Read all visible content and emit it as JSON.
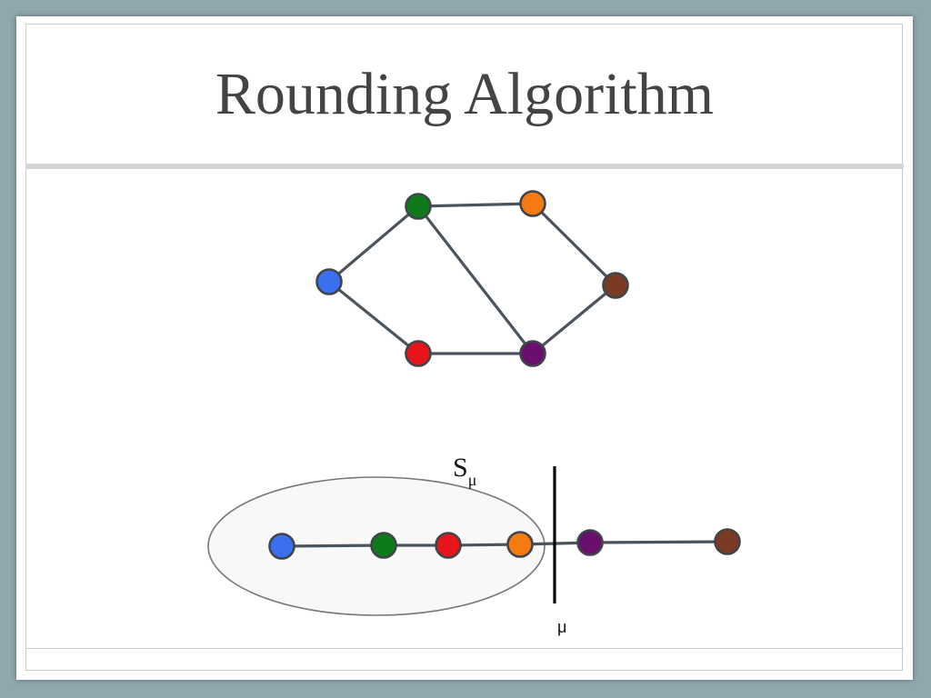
{
  "slide": {
    "title": "Rounding Algorithm"
  },
  "colors": {
    "edge": "#4b545c",
    "node_outline": "#3f454b",
    "ellipse": "#777777",
    "cut_line": "#000000",
    "blue": "#3a6ff0",
    "green": "#0f7a1a",
    "orange": "#f57a12",
    "brown": "#7a3a24",
    "red": "#e8141c",
    "purple": "#6a0f6e"
  },
  "graph": {
    "nodes": [
      {
        "id": "blue",
        "color": "blue"
      },
      {
        "id": "green",
        "color": "green"
      },
      {
        "id": "orange",
        "color": "orange"
      },
      {
        "id": "brown",
        "color": "brown"
      },
      {
        "id": "purple",
        "color": "purple"
      },
      {
        "id": "red",
        "color": "red"
      }
    ],
    "edges": [
      [
        "blue",
        "green"
      ],
      [
        "green",
        "orange"
      ],
      [
        "orange",
        "brown"
      ],
      [
        "brown",
        "purple"
      ],
      [
        "purple",
        "red"
      ],
      [
        "red",
        "blue"
      ],
      [
        "green",
        "purple"
      ]
    ]
  },
  "line_embedding": {
    "order": [
      "blue",
      "green",
      "red",
      "orange",
      "purple",
      "brown"
    ],
    "set_label": {
      "main": "S",
      "sub": "μ"
    },
    "threshold_label": "μ"
  }
}
